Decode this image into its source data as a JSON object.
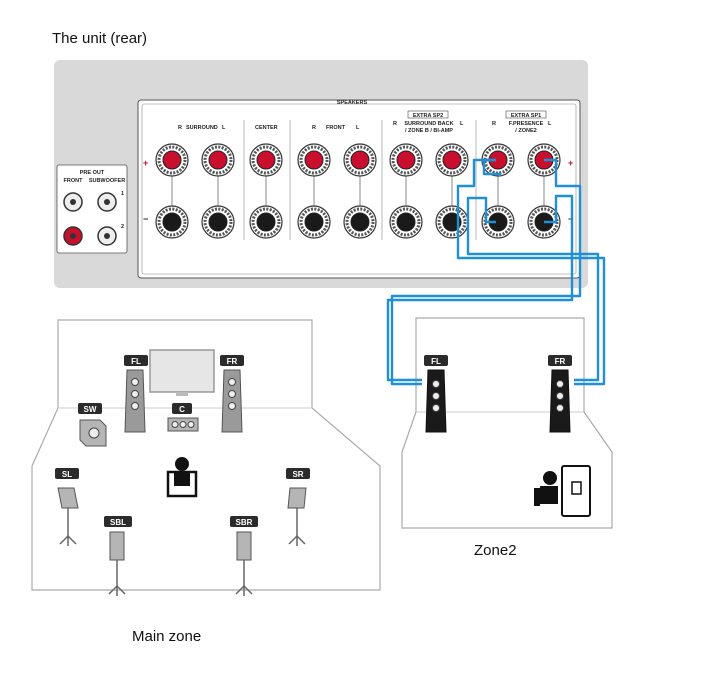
{
  "captions": {
    "unit": "The unit (rear)",
    "main_zone": "Main zone",
    "zone2": "Zone2"
  },
  "panel": {
    "speakers_title": "SPEAKERS",
    "pre_out": "PRE OUT",
    "front": "FRONT",
    "subwoofer": "SUBWOOFER",
    "sub_1": "1",
    "sub_2": "2",
    "surround": "SURROUND",
    "center": "CENTER",
    "front_group": "FRONT",
    "extra_sp2": "EXTRA SP2",
    "extra_sp2_desc1": "SURROUND BACK",
    "extra_sp2_desc2": "/ ZONE B / BI-AMP",
    "extra_sp1": "EXTRA SP1",
    "extra_sp1_desc1": "F.PRESENCE",
    "extra_sp1_desc2": "/ ZONE2",
    "r": "R",
    "l": "L",
    "plus": "+",
    "minus": "−"
  },
  "speakers": {
    "fl": "FL",
    "fr": "FR",
    "sw": "SW",
    "c": "C",
    "sl": "SL",
    "sr": "SR",
    "sbl": "SBL",
    "sbr": "SBR",
    "z2_fl": "FL",
    "z2_fr": "FR"
  },
  "colors": {
    "panel_bg": "#d9d9d9",
    "terminal_red": "#c8102e",
    "terminal_black": "#1a1a1a",
    "cable_blue": "#1f8fd6",
    "label_bg": "#2b2b2b"
  }
}
